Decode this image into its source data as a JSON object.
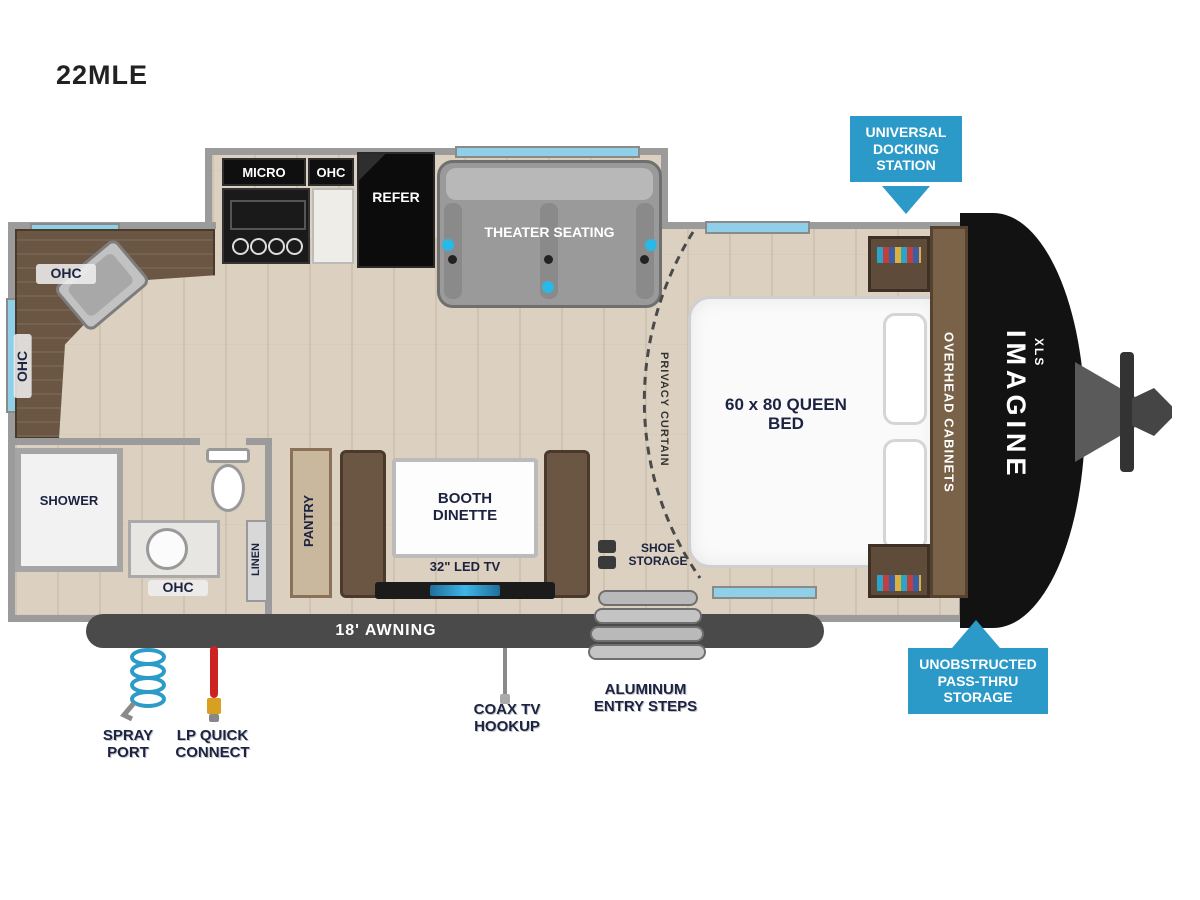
{
  "title": "22MLE",
  "plan": {
    "kitchen": {
      "micro": "MICRO",
      "ohc": "OHC",
      "refer": "REFER",
      "theater": "THEATER SEATING"
    },
    "front": {
      "ohc_top": "OHC",
      "ohc_side": "OHC"
    },
    "bath": {
      "shower": "SHOWER",
      "ohc": "OHC",
      "linen": "LINEN"
    },
    "dinette": {
      "pantry": "PANTRY",
      "booth": "BOOTH DINETTE",
      "tv": "32\" LED TV"
    },
    "bedroom": {
      "bed": "60 x 80 QUEEN BED",
      "privacy": "PRIVACY CURTAIN",
      "shoe": "SHOE STORAGE",
      "overhead": "OVERHEAD CABINETS"
    },
    "brand": {
      "name": "IMAGINE",
      "series": "XLS"
    }
  },
  "callouts": {
    "docking": "UNIVERSAL DOCKING STATION",
    "passthru": "UNOBSTRUCTED PASS-THRU STORAGE"
  },
  "exterior": {
    "awning": "18' AWNING",
    "spray_port": "SPRAY PORT",
    "lp_quick_connect": "LP QUICK CONNECT",
    "coax": "COAX TV HOOKUP",
    "entry_steps": "ALUMINUM ENTRY STEPS"
  },
  "colors": {
    "callout_blue": "#2b9ac8",
    "awning_bar": "#4a4a4a",
    "window_blue": "#8fd0e8",
    "label_navy": "#1c2340",
    "wall_gray": "#9b9b9b",
    "floor_tan": "#dcd1c0"
  }
}
